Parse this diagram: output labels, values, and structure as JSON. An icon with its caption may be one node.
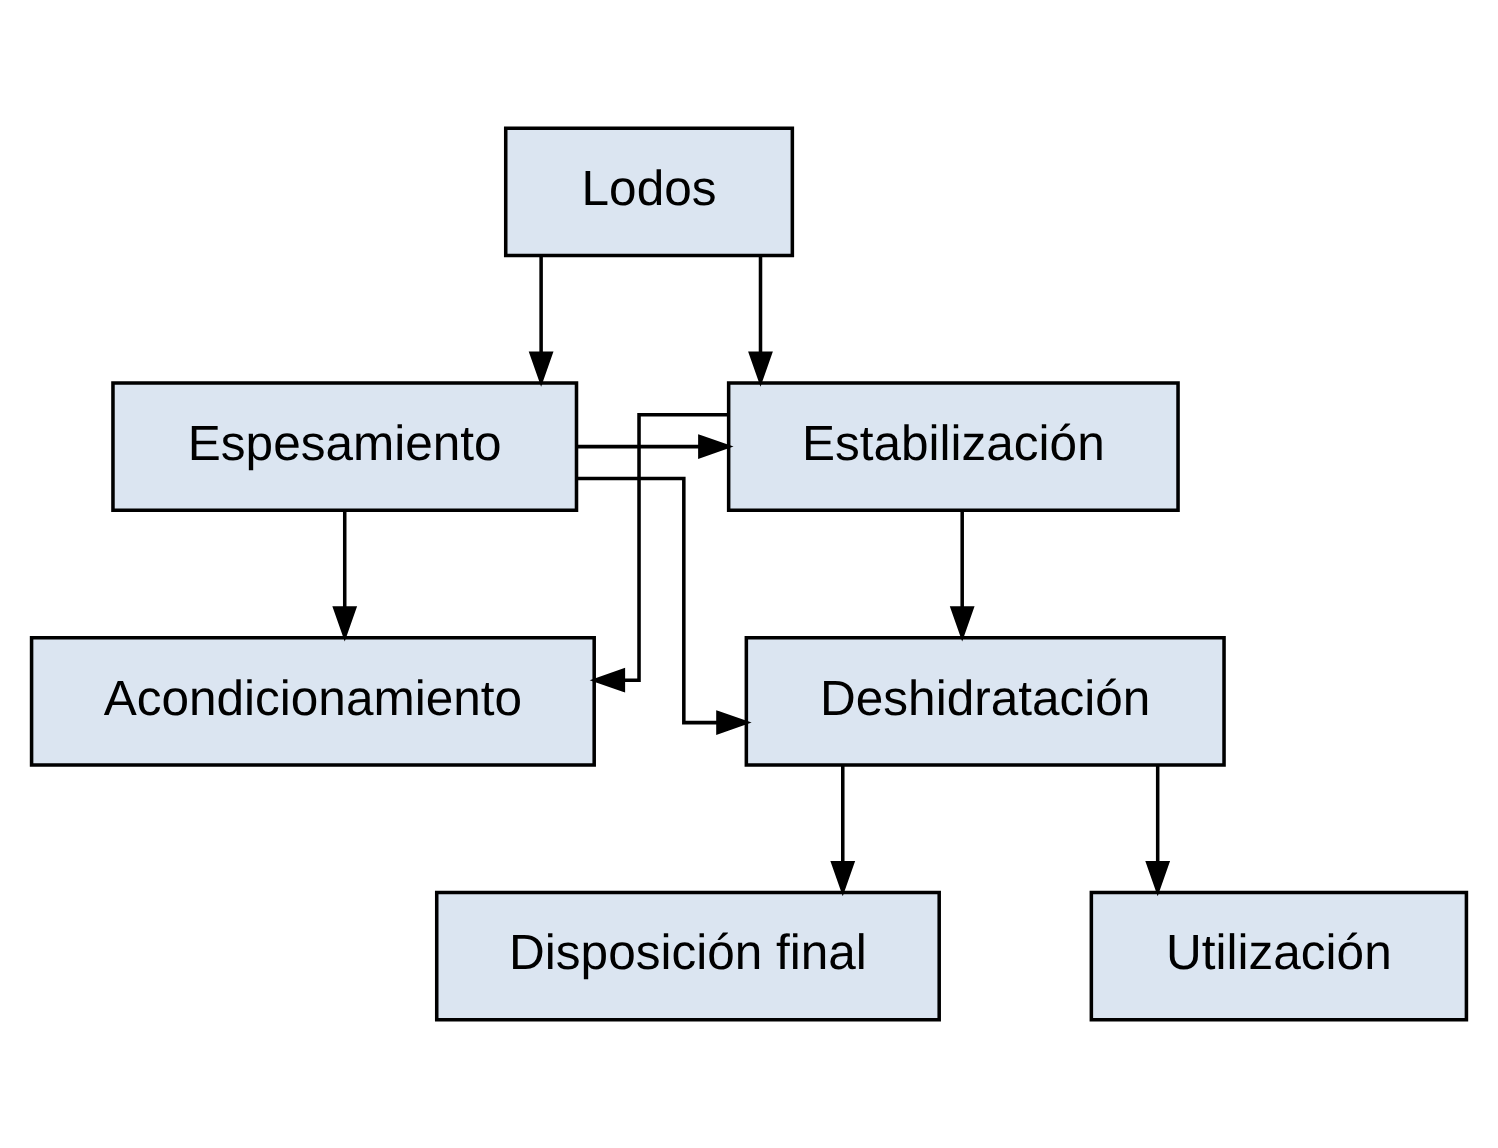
{
  "diagram": {
    "nodes": [
      {
        "text": [
          "Lodos"
        ]
      },
      {
        "text": [
          "Espesamiento"
        ]
      },
      {
        "text": [
          "Estabilización"
        ]
      },
      {
        "text": [
          "Acondicionamiento"
        ]
      },
      {
        "text": [
          "Deshidratación"
        ]
      },
      {
        "text": [
          "Disposición final"
        ]
      },
      {
        "text": [
          "Utilización"
        ]
      }
    ],
    "edges": [
      {
        "from": 0,
        "to": 1,
        "arrow": "to"
      },
      {
        "from": 0,
        "to": 2,
        "arrow": "to"
      },
      {
        "from": 1,
        "to": 2,
        "arrow": "to"
      },
      {
        "from": 1,
        "to": 3,
        "arrow": "to"
      },
      {
        "from": 1,
        "to": 4,
        "arrow": "to"
      },
      {
        "from": 2,
        "to": 3,
        "arrow": "to"
      },
      {
        "from": 2,
        "to": 4,
        "arrow": "to"
      },
      {
        "from": 4,
        "to": 5,
        "arrow": "to"
      },
      {
        "from": 4,
        "to": 6,
        "arrow": "to"
      }
    ]
  }
}
